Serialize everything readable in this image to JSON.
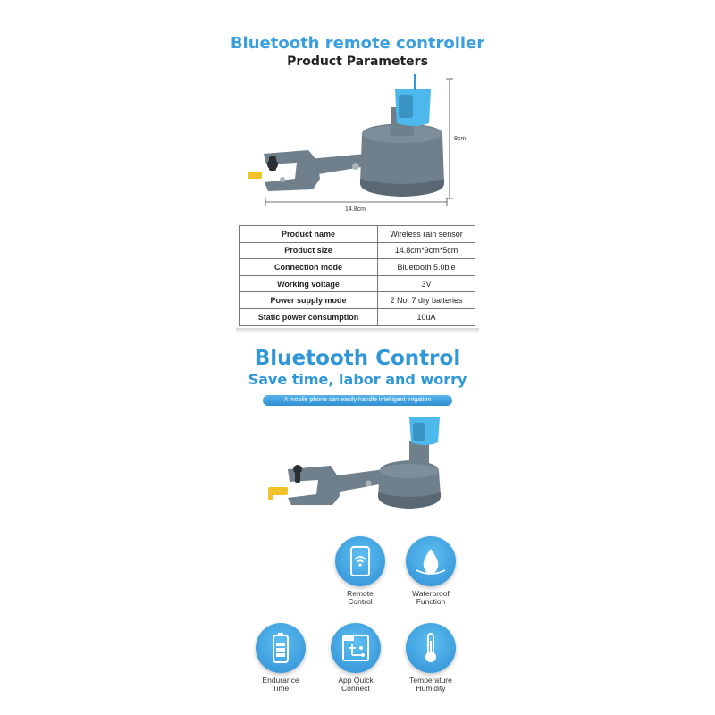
{
  "header": {
    "title": "Bluetooth remote controller",
    "subtitle": "Product Parameters"
  },
  "dimensions": {
    "height": "9cm",
    "width": "14.8cm"
  },
  "params_table": {
    "rows": [
      {
        "key": "Product name",
        "value": "Wireless rain sensor"
      },
      {
        "key": "Product size",
        "value": "14.8cm*9cm*5cm"
      },
      {
        "key": "Connection mode",
        "value": "Bluetooth 5.0ble"
      },
      {
        "key": "Working voltage",
        "value": "3V"
      },
      {
        "key": "Power supply mode",
        "value": "2 No. 7 dry batteries"
      },
      {
        "key": "Static power consumption",
        "value": "10uA"
      }
    ]
  },
  "bluetooth": {
    "title": "Bluetooth Control",
    "subtitle": "Save time, labor and worry",
    "banner": "A mobile phone can easily handle intelligent irrigation"
  },
  "features": [
    {
      "icon": "phone-wifi-icon",
      "line1": "Remote",
      "line2": "Control"
    },
    {
      "icon": "water-drop-icon",
      "line1": "Waterproof",
      "line2": "Function"
    },
    {
      "icon": "battery-icon",
      "line1": "Endurance",
      "line2": "Time"
    },
    {
      "icon": "app-connect-icon",
      "line1": "App Quick",
      "line2": "Connect"
    },
    {
      "icon": "thermometer-icon",
      "line1": "Temperature",
      "line2": "Humidity"
    }
  ],
  "colors": {
    "accent_blue": "#2f97d8",
    "device_gray": "#6f7f8c",
    "device_cap_blue": "#4cb8ec",
    "plug_yellow": "#f2c22a"
  }
}
